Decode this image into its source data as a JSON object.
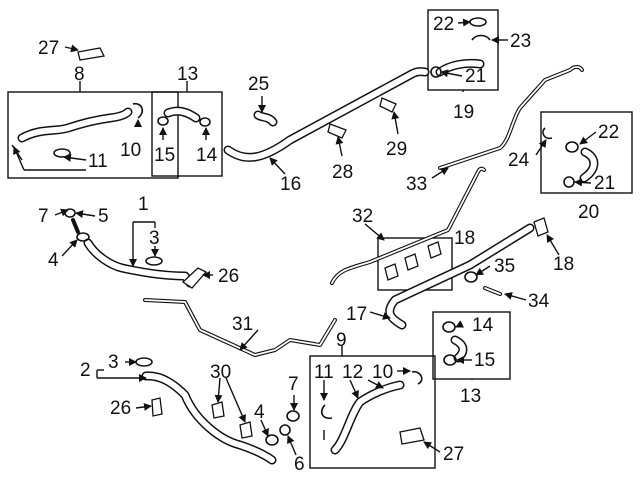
{
  "diagram": {
    "callouts": {
      "c1": "1",
      "c2": "2",
      "c3a": "3",
      "c3b": "3",
      "c4a": "4",
      "c4b": "4",
      "c5": "5",
      "c6": "6",
      "c7a": "7",
      "c7b": "7",
      "c8": "8",
      "c9": "9",
      "c10a": "10",
      "c10b": "10",
      "c11a": "11",
      "c11b": "11",
      "c12": "12",
      "c13a": "13",
      "c13b": "13",
      "c14a": "14",
      "c14b": "14",
      "c15a": "15",
      "c15b": "15",
      "c16": "16",
      "c17": "17",
      "c18a": "18",
      "c18b": "18",
      "c19": "19",
      "c20": "20",
      "c21a": "21",
      "c21b": "21",
      "c22a": "22",
      "c22b": "22",
      "c23": "23",
      "c24": "24",
      "c25": "25",
      "c26a": "26",
      "c26b": "26",
      "c27a": "27",
      "c27b": "27",
      "c28": "28",
      "c29": "29",
      "c30": "30",
      "c31": "31",
      "c32": "32",
      "c33": "33",
      "c34": "34",
      "c35": "35"
    }
  }
}
